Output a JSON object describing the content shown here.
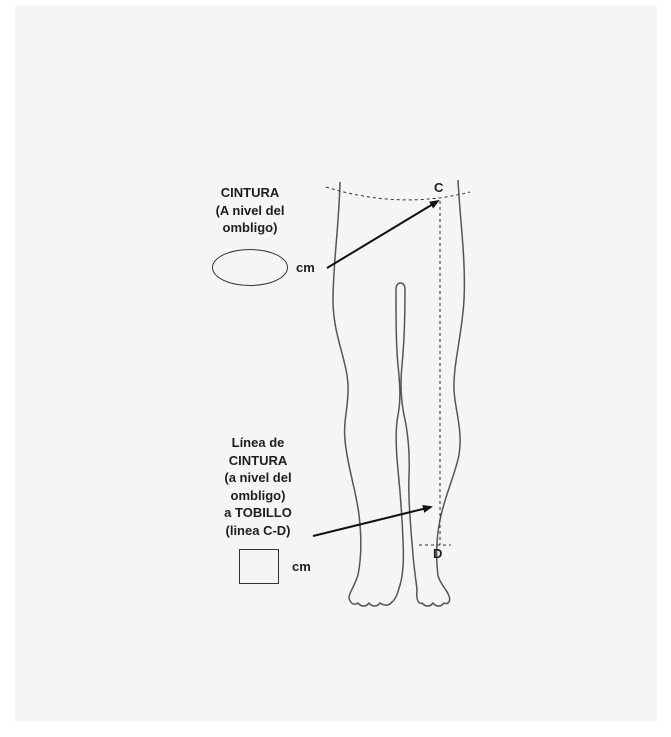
{
  "waist": {
    "label_lines": [
      "CINTURA",
      "(A nivel del",
      "ombligo)"
    ],
    "unit": "cm"
  },
  "points": {
    "c": "C",
    "d": "D"
  },
  "length": {
    "label_lines": [
      "Línea de",
      "CINTURA",
      "(a nivel del",
      "ombligo)",
      "a TOBILLO",
      "(linea C-D)"
    ],
    "unit": "cm"
  }
}
